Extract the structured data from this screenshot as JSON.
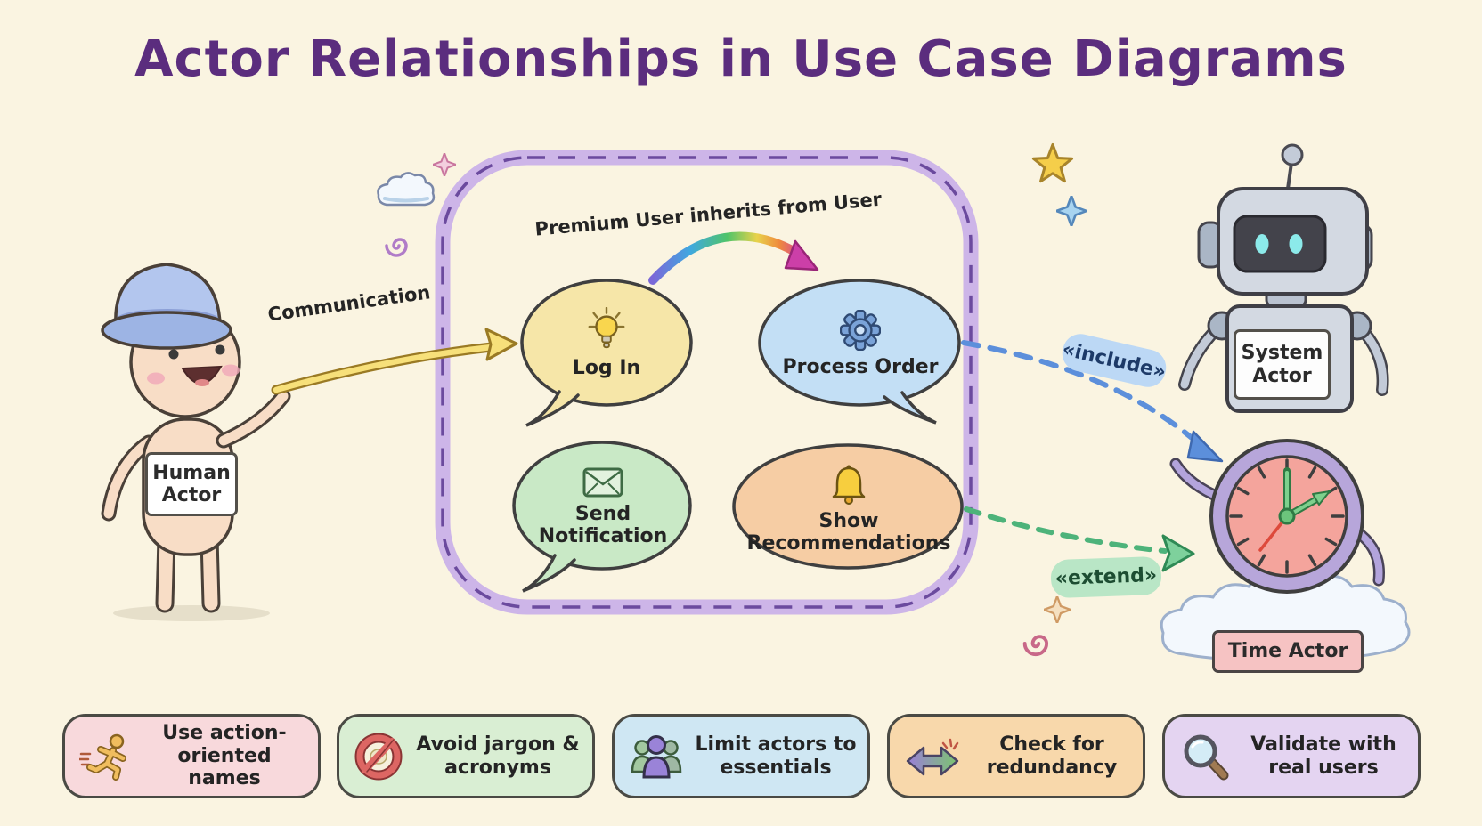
{
  "title": "Actor Relationships in Use Case Diagrams",
  "actors": {
    "human": {
      "label": "Human Actor"
    },
    "system": {
      "label": "System Actor"
    },
    "time": {
      "label": "Time Actor"
    }
  },
  "system_boundary": {
    "use_cases": [
      {
        "label": "Log In",
        "icon": "lightbulb-icon",
        "color": "#f6e6a8"
      },
      {
        "label": "Process Order",
        "icon": "gear-icon",
        "color": "#c3dff5"
      },
      {
        "label": "Send Notification",
        "icon": "envelope-icon",
        "color": "#c9e9c6"
      },
      {
        "label": "Show Recommendations",
        "icon": "bell-icon",
        "color": "#f6cda4"
      }
    ]
  },
  "relationships": [
    {
      "label": "Communication",
      "type": "association",
      "color": "#f0d268"
    },
    {
      "label": "Premium User inherits from User",
      "type": "generalization",
      "color": "rainbow"
    },
    {
      "label": "«include»",
      "type": "include",
      "color": "#5c8fdb"
    },
    {
      "label": "«extend»",
      "type": "extend",
      "color": "#4db37a"
    }
  ],
  "tips": [
    {
      "label": "Use action-oriented names",
      "icon": "runner-icon",
      "color": "#f8d9dc"
    },
    {
      "label": "Avoid jargon & acronyms",
      "icon": "no-symbol-icon",
      "color": "#d9eed3"
    },
    {
      "label": "Limit actors to essentials",
      "icon": "people-icon",
      "color": "#cfe7f3"
    },
    {
      "label": "Check for redundancy",
      "icon": "double-arrow-icon",
      "color": "#f8d8ab"
    },
    {
      "label": "Validate with real users",
      "icon": "magnifier-icon",
      "color": "#e4d4f1"
    }
  ],
  "colors": {
    "background": "#faf4e1",
    "title": "#5b2d7e",
    "boundary_band": "#cdb5e8",
    "boundary_dash": "#6b4a9e",
    "outline": "#3f3f3f"
  }
}
